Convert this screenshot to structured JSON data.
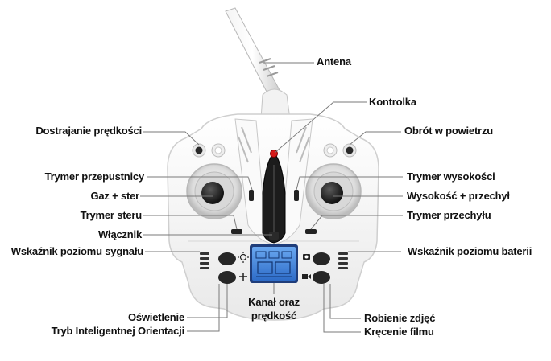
{
  "labels": {
    "antena": "Antena",
    "kontrolka": "Kontrolka",
    "dostrajanie": "Dostrajanie prędkości",
    "obrot": "Obrót w powietrzu",
    "trymer_przepustnicy": "Trymer przepustnicy",
    "trymer_wysokosci": "Trymer wysokości",
    "gaz_ster": "Gaz + ster",
    "wysokosc_przechyl": "Wysokość + przechył",
    "trymer_steru": "Trymer steru",
    "trymer_przechylu": "Trymer przechyłu",
    "wlacznik": "Włącznik",
    "wskaznik_sygnalu": "Wskaźnik poziomu sygnału",
    "wskaznik_baterii": "Wskaźnik poziomu baterii",
    "oswietlenie": "Oświetlenie",
    "tryb": "Tryb Inteligentnej Orientacji",
    "kanal_line1": "Kanał oraz",
    "kanal_line2": "prędkość",
    "robienie": "Robienie zdjęć",
    "krecenie": "Kręcenie filmu"
  },
  "display": {
    "color": "#3a78d8"
  }
}
